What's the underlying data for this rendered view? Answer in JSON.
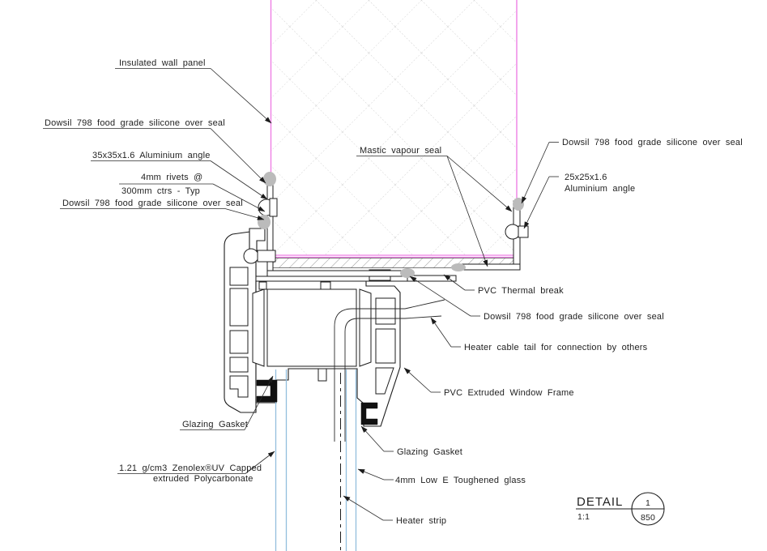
{
  "labels": {
    "insulated_wall_panel": "Insulated  wall panel",
    "dowsil_seal": "Dowsil 798 food grade silicone over seal",
    "angle_35": "35x35x1.6 Aluminium angle",
    "rivets_line1": "4mm rivets @",
    "rivets_line2": "300mm ctrs - Typ",
    "mastic_vapour_seal": "Mastic vapour seal",
    "angle_25_line1": "25x25x1.6",
    "angle_25_line2": "Aluminium angle",
    "pvc_thermal_break": "PVC Thermal break",
    "heater_cable_tail": "Heater cable tail for connection by others",
    "pvc_window_frame": "PVC Extruded Window Frame",
    "glazing_gasket": "Glazing Gasket",
    "zenolex_line1": "1.21 g/cm3 Zenolex®UV Capped",
    "zenolex_line2": "extruded Polycarbonate",
    "toughened_glass": "4mm Low E Toughened glass",
    "heater_strip": "Heater strip"
  },
  "detail_block": {
    "title": "DETAIL",
    "scale": "1:1",
    "bubble_top": "1",
    "bubble_bottom": "850"
  },
  "colors": {
    "panel_edge_magenta": "#ee7fe4",
    "hatch_gray": "#d2d2d2",
    "glass_blue": "#93bedd",
    "silicone_gray": "#bbbbbb",
    "line_black": "#1c1c1c"
  }
}
